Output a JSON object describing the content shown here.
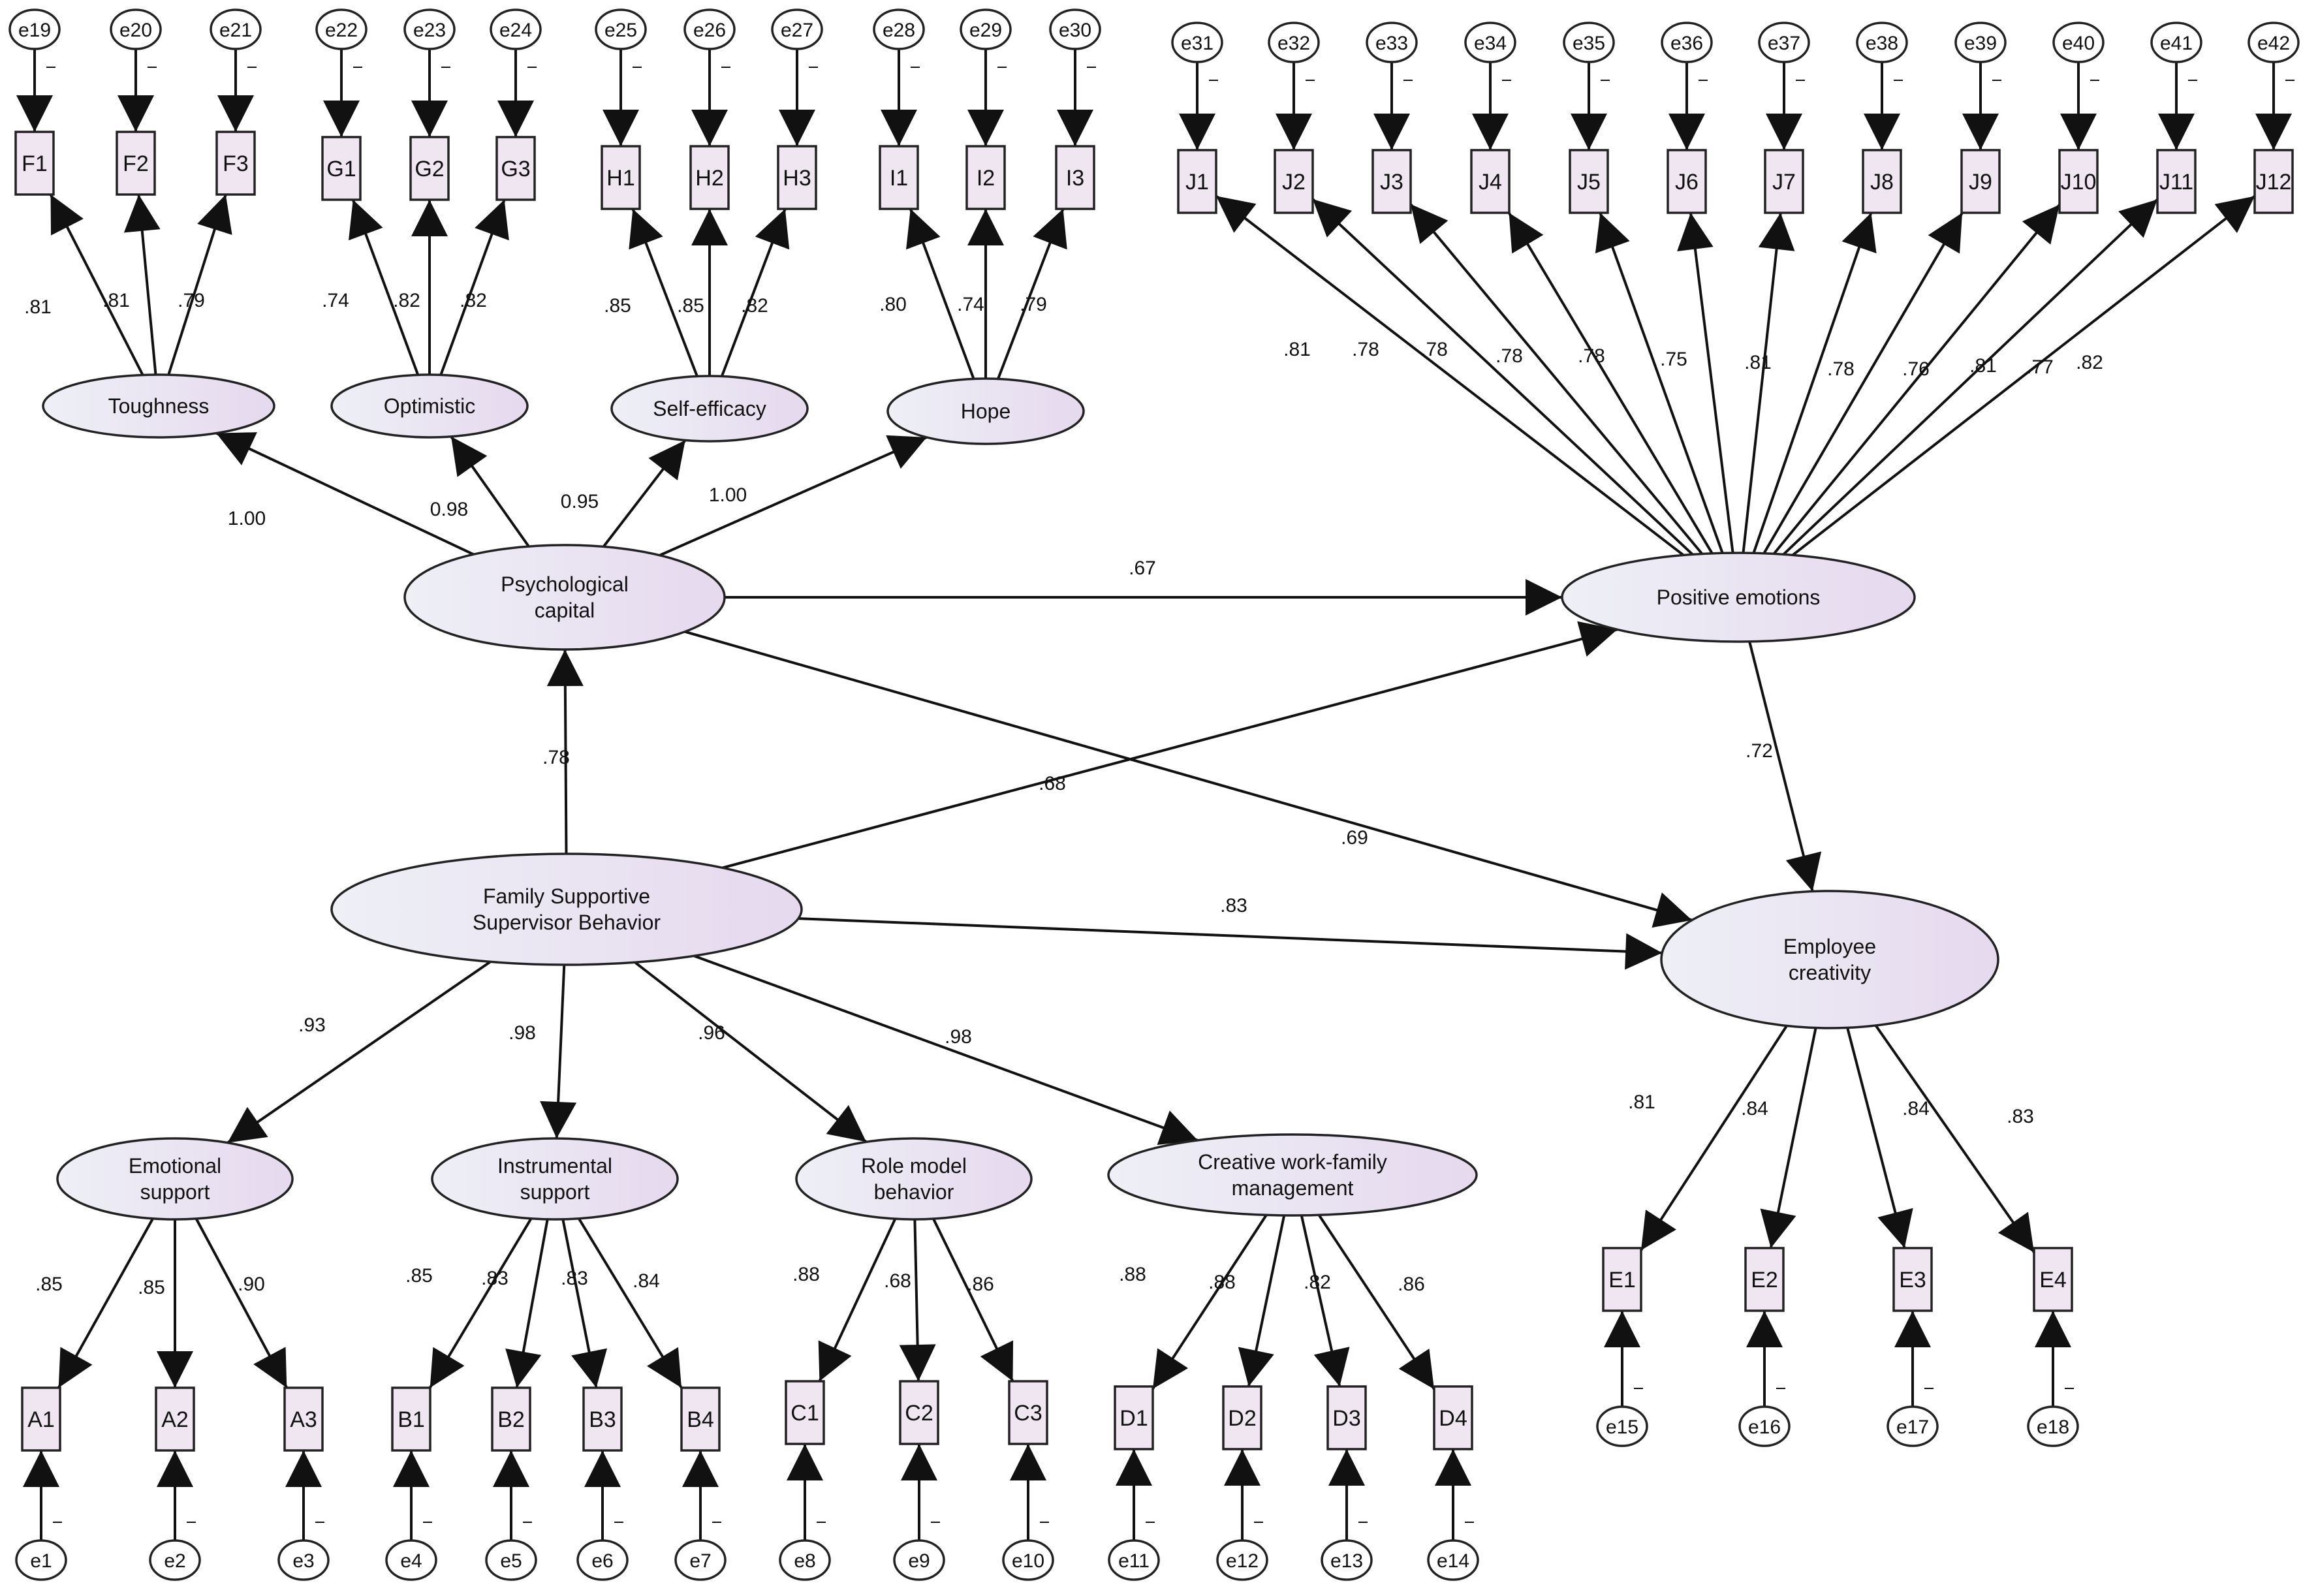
{
  "diagram": {
    "colors": {
      "line": "#111111",
      "node_fill_light": "#eef0f6",
      "node_fill_accent": "#e6d9ee",
      "observed_fill": "#efe6f2"
    },
    "latents": [
      {
        "id": "psycap",
        "lines": [
          "Psychological",
          "capital"
        ]
      },
      {
        "id": "posemo",
        "lines": [
          "Positive emotions"
        ]
      },
      {
        "id": "fssb",
        "lines": [
          "Family Supportive",
          "Supervisor Behavior"
        ]
      },
      {
        "id": "creativity",
        "lines": [
          "Employee",
          "creativity"
        ]
      },
      {
        "id": "toughness",
        "lines": [
          "Toughness"
        ]
      },
      {
        "id": "optimistic",
        "lines": [
          "Optimistic"
        ]
      },
      {
        "id": "selfefficacy",
        "lines": [
          "Self-efficacy"
        ]
      },
      {
        "id": "hope",
        "lines": [
          "Hope"
        ]
      },
      {
        "id": "emotional",
        "lines": [
          "Emotional",
          "support"
        ]
      },
      {
        "id": "instrumental",
        "lines": [
          "Instrumental",
          "support"
        ]
      },
      {
        "id": "rolemodel",
        "lines": [
          "Role model",
          "behavior"
        ]
      },
      {
        "id": "creativewf",
        "lines": [
          "Creative work-family",
          "management"
        ]
      }
    ],
    "observed": [
      {
        "id": "F1",
        "error": "e19",
        "factor": "toughness",
        "loading": ".81"
      },
      {
        "id": "F2",
        "error": "e20",
        "factor": "toughness",
        "loading": ".81"
      },
      {
        "id": "F3",
        "error": "e21",
        "factor": "toughness",
        "loading": ".79"
      },
      {
        "id": "G1",
        "error": "e22",
        "factor": "optimistic",
        "loading": ".74"
      },
      {
        "id": "G2",
        "error": "e23",
        "factor": "optimistic",
        "loading": ".82"
      },
      {
        "id": "G3",
        "error": "e24",
        "factor": "optimistic",
        "loading": ".82"
      },
      {
        "id": "H1",
        "error": "e25",
        "factor": "selfefficacy",
        "loading": ".85"
      },
      {
        "id": "H2",
        "error": "e26",
        "factor": "selfefficacy",
        "loading": ".85"
      },
      {
        "id": "H3",
        "error": "e27",
        "factor": "selfefficacy",
        "loading": ".82"
      },
      {
        "id": "I1",
        "error": "e28",
        "factor": "hope",
        "loading": ".80"
      },
      {
        "id": "I2",
        "error": "e29",
        "factor": "hope",
        "loading": ".74"
      },
      {
        "id": "I3",
        "error": "e30",
        "factor": "hope",
        "loading": ".79"
      },
      {
        "id": "J1",
        "error": "e31",
        "factor": "posemo",
        "loading": ".81"
      },
      {
        "id": "J2",
        "error": "e32",
        "factor": "posemo",
        "loading": ".78"
      },
      {
        "id": "J3",
        "error": "e33",
        "factor": "posemo",
        "loading": ".78"
      },
      {
        "id": "J4",
        "error": "e34",
        "factor": "posemo",
        "loading": ".78"
      },
      {
        "id": "J5",
        "error": "e35",
        "factor": "posemo",
        "loading": ".78"
      },
      {
        "id": "J6",
        "error": "e36",
        "factor": "posemo",
        "loading": ".75"
      },
      {
        "id": "J7",
        "error": "e37",
        "factor": "posemo",
        "loading": ".81"
      },
      {
        "id": "J8",
        "error": "e38",
        "factor": "posemo",
        "loading": ".78"
      },
      {
        "id": "J9",
        "error": "e39",
        "factor": "posemo",
        "loading": ".76"
      },
      {
        "id": "J10",
        "error": "e40",
        "factor": "posemo",
        "loading": ".81"
      },
      {
        "id": "J11",
        "error": "e41",
        "factor": "posemo",
        "loading": ".77"
      },
      {
        "id": "J12",
        "error": "e42",
        "factor": "posemo",
        "loading": ".82"
      },
      {
        "id": "A1",
        "error": "e1",
        "factor": "emotional",
        "loading": ".85"
      },
      {
        "id": "A2",
        "error": "e2",
        "factor": "emotional",
        "loading": ".85"
      },
      {
        "id": "A3",
        "error": "e3",
        "factor": "emotional",
        "loading": ".90"
      },
      {
        "id": "B1",
        "error": "e4",
        "factor": "instrumental",
        "loading": ".85"
      },
      {
        "id": "B2",
        "error": "e5",
        "factor": "instrumental",
        "loading": ".83"
      },
      {
        "id": "B3",
        "error": "e6",
        "factor": "instrumental",
        "loading": ".83"
      },
      {
        "id": "B4",
        "error": "e7",
        "factor": "instrumental",
        "loading": ".84"
      },
      {
        "id": "C1",
        "error": "e8",
        "factor": "rolemodel",
        "loading": ".88"
      },
      {
        "id": "C2",
        "error": "e9",
        "factor": "rolemodel",
        "loading": ".68"
      },
      {
        "id": "C3",
        "error": "e10",
        "factor": "rolemodel",
        "loading": ".86"
      },
      {
        "id": "D1",
        "error": "e11",
        "factor": "creativewf",
        "loading": ".88"
      },
      {
        "id": "D2",
        "error": "e12",
        "factor": "creativewf",
        "loading": ".88"
      },
      {
        "id": "D3",
        "error": "e13",
        "factor": "creativewf",
        "loading": ".82"
      },
      {
        "id": "D4",
        "error": "e14",
        "factor": "creativewf",
        "loading": ".86"
      },
      {
        "id": "E1",
        "error": "e15",
        "factor": "creativity",
        "loading": ".81"
      },
      {
        "id": "E2",
        "error": "e16",
        "factor": "creativity",
        "loading": ".84"
      },
      {
        "id": "E3",
        "error": "e17",
        "factor": "creativity",
        "loading": ".84"
      },
      {
        "id": "E4",
        "error": "e18",
        "factor": "creativity",
        "loading": ".83"
      }
    ],
    "structural_paths": [
      {
        "from": "psycap",
        "to": "toughness",
        "coef": "1.00"
      },
      {
        "from": "psycap",
        "to": "optimistic",
        "coef": "0.98"
      },
      {
        "from": "psycap",
        "to": "selfefficacy",
        "coef": "0.95"
      },
      {
        "from": "psycap",
        "to": "hope",
        "coef": "1.00"
      },
      {
        "from": "psycap",
        "to": "posemo",
        "coef": ".67"
      },
      {
        "from": "psycap",
        "to": "creativity",
        "coef": ".69"
      },
      {
        "from": "fssb",
        "to": "psycap",
        "coef": ".78"
      },
      {
        "from": "fssb",
        "to": "posemo",
        "coef": ".68"
      },
      {
        "from": "fssb",
        "to": "creativity",
        "coef": ".83"
      },
      {
        "from": "posemo",
        "to": "creativity",
        "coef": ".72"
      },
      {
        "from": "fssb",
        "to": "emotional",
        "coef": ".93"
      },
      {
        "from": "fssb",
        "to": "instrumental",
        "coef": ".98"
      },
      {
        "from": "fssb",
        "to": "rolemodel",
        "coef": ".96"
      },
      {
        "from": "fssb",
        "to": "creativewf",
        "coef": ".98"
      }
    ]
  }
}
